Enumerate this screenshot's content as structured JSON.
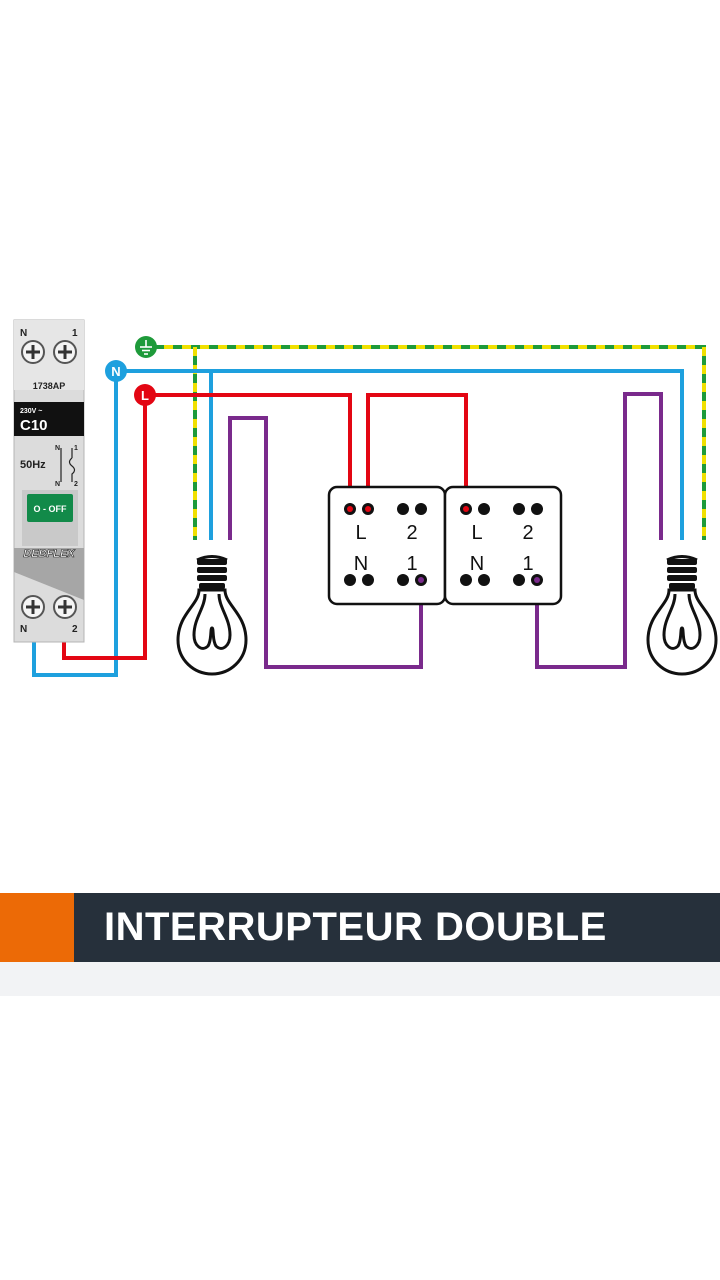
{
  "colors": {
    "live": "#e30613",
    "neutral": "#1ea0de",
    "earth_green": "#1e9a3a",
    "earth_yellow": "#f0e000",
    "switched": "#7a2a8c",
    "banner_bg": "#26303b",
    "banner_accent": "#ec6a06"
  },
  "breaker": {
    "top_n": "N",
    "top_1": "1",
    "model": "1738AP",
    "voltage": "230V ~",
    "rating": "C10",
    "freq": "50Hz",
    "sym_n": "N",
    "sym_1": "1",
    "sym_n2": "N",
    "sym_2": "2",
    "toggle": "O - OFF",
    "brand": "DEBFLEX",
    "bottom_n": "N",
    "bottom_2": "2"
  },
  "markers": {
    "earth": "earth-icon",
    "neutral": "N",
    "live": "L"
  },
  "switch_left": {
    "tl": "L",
    "tr": "2",
    "bl": "N",
    "br": "1"
  },
  "switch_right": {
    "tl": "L",
    "tr": "2",
    "bl": "N",
    "br": "1"
  },
  "banner": {
    "title": "INTERRUPTEUR DOUBLE"
  }
}
